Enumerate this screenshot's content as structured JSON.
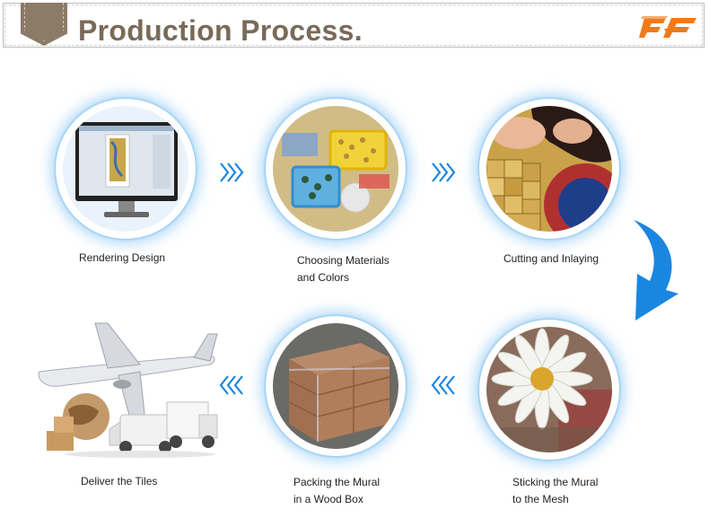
{
  "header": {
    "title": "Production Process."
  },
  "steps": [
    {
      "id": "rendering",
      "label_line1": "Rendering Design",
      "label_line2": ""
    },
    {
      "id": "materials",
      "label_line1": "Choosing Materials",
      "label_line2": "and Colors"
    },
    {
      "id": "cutting",
      "label_line1": "Cutting and Inlaying",
      "label_line2": ""
    },
    {
      "id": "sticking",
      "label_line1": "Sticking the Mural",
      "label_line2": "to the Mesh"
    },
    {
      "id": "packing",
      "label_line1": "Packing the Mural",
      "label_line2": "in a Wood Box"
    },
    {
      "id": "deliver",
      "label_line1": "Deliver the Tiles",
      "label_line2": ""
    }
  ],
  "colors": {
    "accent": "#1a86e0",
    "header_text": "#7a6a58",
    "tag": "#8b7b67",
    "logo": "#f07a1a"
  },
  "icons": [
    "chevron-right-icon",
    "chevron-left-icon",
    "curved-arrow-icon",
    "brand-logo-icon"
  ]
}
